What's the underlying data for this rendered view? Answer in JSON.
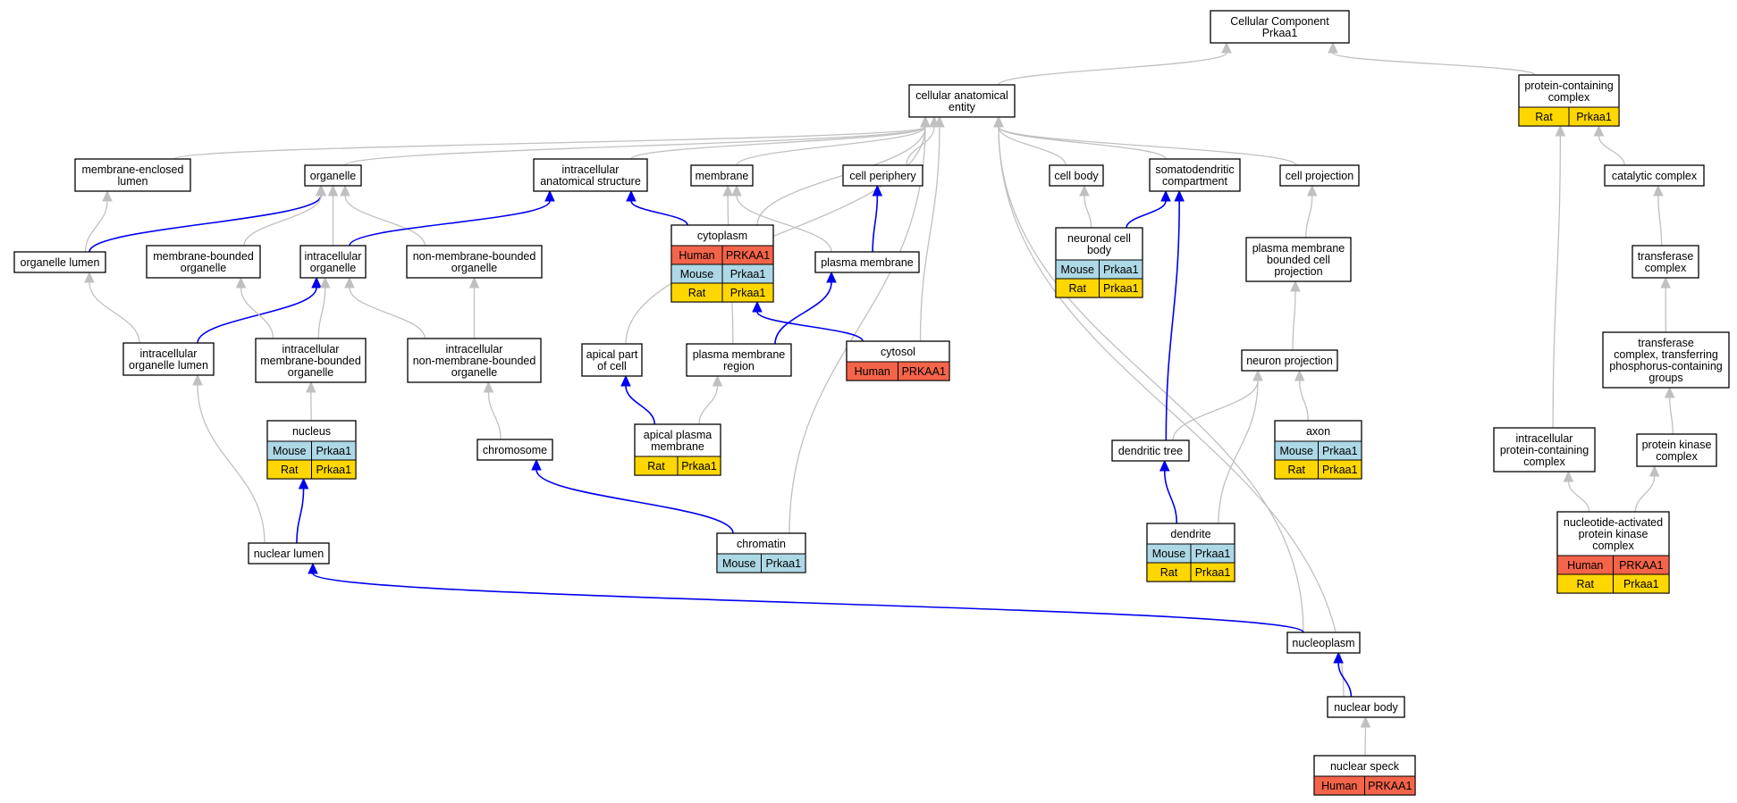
{
  "colors": {
    "human": "#f4644a",
    "mouse": "#add8e6",
    "rat": "#ffd700",
    "is_a_edge": "#c0c0c0",
    "part_of_edge": "#0000ee"
  },
  "nodes": {
    "root": {
      "label": "Cellular Component\nPrkaa1"
    },
    "cae": {
      "label": "cellular anatomical\nentity"
    },
    "pcc": {
      "label": "protein-containing\ncomplex",
      "rows": [
        [
          "Rat",
          "Prkaa1"
        ]
      ]
    },
    "mel": {
      "label": "membrane-enclosed\nlumen"
    },
    "org": {
      "label": "organelle"
    },
    "ias": {
      "label": "intracellular\nanatomical structure"
    },
    "mem": {
      "label": "membrane"
    },
    "cper": {
      "label": "cell periphery"
    },
    "cbody": {
      "label": "cell body"
    },
    "soma": {
      "label": "somatodendritic\ncompartment"
    },
    "cproj": {
      "label": "cell projection"
    },
    "catc": {
      "label": "catalytic complex"
    },
    "orgl": {
      "label": "organelle lumen"
    },
    "mbo": {
      "label": "membrane-bounded\norganelle"
    },
    "io": {
      "label": "intracellular\norganelle"
    },
    "nmbo": {
      "label": "non-membrane-bounded\norganelle"
    },
    "cyto": {
      "label": "cytoplasm",
      "rows": [
        [
          "Human",
          "PRKAA1"
        ],
        [
          "Mouse",
          "Prkaa1"
        ],
        [
          "Rat",
          "Prkaa1"
        ]
      ]
    },
    "pm": {
      "label": "plasma membrane"
    },
    "ncb": {
      "label": "neuronal cell\nbody",
      "rows": [
        [
          "Mouse",
          "Prkaa1"
        ],
        [
          "Rat",
          "Prkaa1"
        ]
      ]
    },
    "pmbcp": {
      "label": "plasma membrane\nbounded cell\nprojection"
    },
    "tc": {
      "label": "transferase\ncomplex"
    },
    "iol": {
      "label": "intracellular\norganelle lumen"
    },
    "imbo": {
      "label": "intracellular\nmembrane-bounded\norganelle"
    },
    "inmbo": {
      "label": "intracellular\nnon-membrane-bounded\norganelle"
    },
    "apc": {
      "label": "apical part\nof cell"
    },
    "pmr": {
      "label": "plasma membrane\nregion"
    },
    "cytosol": {
      "label": "cytosol",
      "rows": [
        [
          "Human",
          "PRKAA1"
        ]
      ]
    },
    "nproj": {
      "label": "neuron projection"
    },
    "tctp": {
      "label": "transferase\ncomplex, transferring\nphosphorus-containing\ngroups"
    },
    "nuc": {
      "label": "nucleus",
      "rows": [
        [
          "Mouse",
          "Prkaa1"
        ],
        [
          "Rat",
          "Prkaa1"
        ]
      ]
    },
    "chrom": {
      "label": "chromosome"
    },
    "apm": {
      "label": "apical plasma\nmembrane",
      "rows": [
        [
          "Rat",
          "Prkaa1"
        ]
      ]
    },
    "dtree": {
      "label": "dendritic tree"
    },
    "axon": {
      "label": "axon",
      "rows": [
        [
          "Mouse",
          "Prkaa1"
        ],
        [
          "Rat",
          "Prkaa1"
        ]
      ]
    },
    "ipcc": {
      "label": "intracellular\nprotein-containing\ncomplex"
    },
    "pkc": {
      "label": "protein kinase\ncomplex"
    },
    "nlum": {
      "label": "nuclear lumen"
    },
    "chromatin": {
      "label": "chromatin",
      "rows": [
        [
          "Mouse",
          "Prkaa1"
        ]
      ]
    },
    "dend": {
      "label": "dendrite",
      "rows": [
        [
          "Mouse",
          "Prkaa1"
        ],
        [
          "Rat",
          "Prkaa1"
        ]
      ]
    },
    "napk": {
      "label": "nucleotide-activated\nprotein kinase\ncomplex",
      "rows": [
        [
          "Human",
          "PRKAA1"
        ],
        [
          "Rat",
          "Prkaa1"
        ]
      ]
    },
    "nplasm": {
      "label": "nucleoplasm"
    },
    "nbody": {
      "label": "nuclear body"
    },
    "nspeck": {
      "label": "nuclear speck",
      "rows": [
        [
          "Human",
          "PRKAA1"
        ]
      ]
    }
  },
  "edges": [
    {
      "from": "cae",
      "to": "root",
      "type": "is_a"
    },
    {
      "from": "pcc",
      "to": "root",
      "type": "is_a"
    },
    {
      "from": "mel",
      "to": "cae",
      "type": "is_a"
    },
    {
      "from": "org",
      "to": "cae",
      "type": "is_a"
    },
    {
      "from": "ias",
      "to": "cae",
      "type": "is_a"
    },
    {
      "from": "mem",
      "to": "cae",
      "type": "is_a"
    },
    {
      "from": "cper",
      "to": "cae",
      "type": "is_a"
    },
    {
      "from": "cbody",
      "to": "cae",
      "type": "is_a"
    },
    {
      "from": "soma",
      "to": "cae",
      "type": "is_a"
    },
    {
      "from": "cproj",
      "to": "cae",
      "type": "is_a"
    },
    {
      "from": "cyto",
      "to": "cae",
      "type": "is_a"
    },
    {
      "from": "cytosol",
      "to": "cae",
      "type": "is_a"
    },
    {
      "from": "apc",
      "to": "cae",
      "type": "is_a"
    },
    {
      "from": "chromatin",
      "to": "cae",
      "type": "is_a"
    },
    {
      "from": "nplasm",
      "to": "cae",
      "type": "is_a"
    },
    {
      "from": "nbody",
      "to": "cae",
      "type": "is_a"
    },
    {
      "from": "catc",
      "to": "pcc",
      "type": "is_a"
    },
    {
      "from": "ipcc",
      "to": "pcc",
      "type": "is_a"
    },
    {
      "from": "orgl",
      "to": "mel",
      "type": "is_a"
    },
    {
      "from": "orgl",
      "to": "org",
      "type": "part_of"
    },
    {
      "from": "mbo",
      "to": "org",
      "type": "is_a"
    },
    {
      "from": "io",
      "to": "org",
      "type": "is_a"
    },
    {
      "from": "nmbo",
      "to": "org",
      "type": "is_a"
    },
    {
      "from": "io",
      "to": "ias",
      "type": "part_of"
    },
    {
      "from": "cyto",
      "to": "ias",
      "type": "part_of"
    },
    {
      "from": "pm",
      "to": "mem",
      "type": "is_a"
    },
    {
      "from": "pmr",
      "to": "mem",
      "type": "is_a"
    },
    {
      "from": "pm",
      "to": "cper",
      "type": "part_of"
    },
    {
      "from": "ncb",
      "to": "cbody",
      "type": "is_a"
    },
    {
      "from": "ncb",
      "to": "soma",
      "type": "part_of"
    },
    {
      "from": "dtree",
      "to": "soma",
      "type": "part_of"
    },
    {
      "from": "pmbcp",
      "to": "cproj",
      "type": "is_a"
    },
    {
      "from": "tc",
      "to": "catc",
      "type": "is_a"
    },
    {
      "from": "iol",
      "to": "orgl",
      "type": "is_a"
    },
    {
      "from": "iol",
      "to": "io",
      "type": "part_of"
    },
    {
      "from": "imbo",
      "to": "mbo",
      "type": "is_a"
    },
    {
      "from": "imbo",
      "to": "io",
      "type": "is_a"
    },
    {
      "from": "inmbo",
      "to": "io",
      "type": "is_a"
    },
    {
      "from": "inmbo",
      "to": "nmbo",
      "type": "is_a"
    },
    {
      "from": "cytosol",
      "to": "cyto",
      "type": "part_of"
    },
    {
      "from": "pmr",
      "to": "pm",
      "type": "part_of"
    },
    {
      "from": "nproj",
      "to": "pmbcp",
      "type": "is_a"
    },
    {
      "from": "tctp",
      "to": "tc",
      "type": "is_a"
    },
    {
      "from": "nuc",
      "to": "imbo",
      "type": "is_a"
    },
    {
      "from": "chrom",
      "to": "inmbo",
      "type": "is_a"
    },
    {
      "from": "apm",
      "to": "apc",
      "type": "part_of"
    },
    {
      "from": "apm",
      "to": "pmr",
      "type": "is_a"
    },
    {
      "from": "dtree",
      "to": "nproj",
      "type": "is_a"
    },
    {
      "from": "axon",
      "to": "nproj",
      "type": "is_a"
    },
    {
      "from": "dend",
      "to": "nproj",
      "type": "is_a"
    },
    {
      "from": "pkc",
      "to": "tctp",
      "type": "is_a"
    },
    {
      "from": "nlum",
      "to": "iol",
      "type": "is_a"
    },
    {
      "from": "nlum",
      "to": "nuc",
      "type": "part_of"
    },
    {
      "from": "chromatin",
      "to": "chrom",
      "type": "part_of"
    },
    {
      "from": "dend",
      "to": "dtree",
      "type": "part_of"
    },
    {
      "from": "napk",
      "to": "ipcc",
      "type": "is_a"
    },
    {
      "from": "napk",
      "to": "pkc",
      "type": "is_a"
    },
    {
      "from": "nplasm",
      "to": "nlum",
      "type": "part_of"
    },
    {
      "from": "nbody",
      "to": "nplasm",
      "type": "part_of"
    },
    {
      "from": "nspeck",
      "to": "nbody",
      "type": "is_a"
    }
  ]
}
